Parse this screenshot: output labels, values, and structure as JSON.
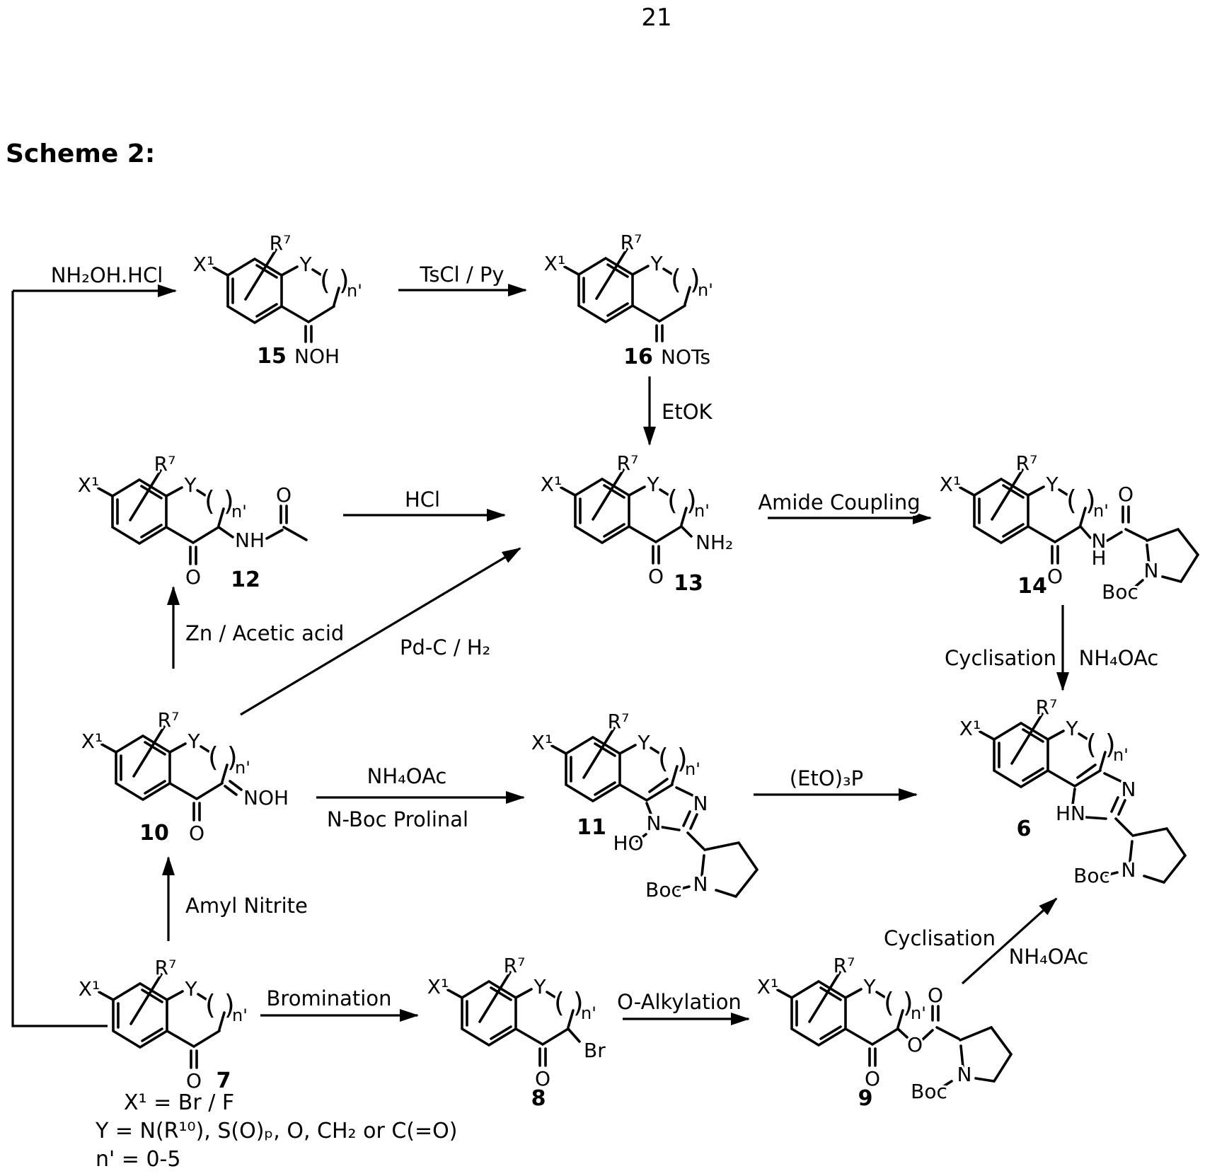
{
  "page": {
    "number": "21",
    "title": "Scheme 2:"
  },
  "common": {
    "x1": "X¹",
    "r7": "R⁷",
    "y": "Y",
    "paren": "( )",
    "nprime": "n'",
    "o": "O",
    "n": "N",
    "boc": "Boc"
  },
  "structures": {
    "s7": {
      "num": "7"
    },
    "s8": {
      "num": "8",
      "br": "Br"
    },
    "s9": {
      "num": "9"
    },
    "s10": {
      "num": "10",
      "oxime": "NOH"
    },
    "s11": {
      "num": "11",
      "ho": "HO"
    },
    "s6": {
      "num": "6",
      "hn": "HN"
    },
    "s12": {
      "num": "12",
      "nh": "NH"
    },
    "s13": {
      "num": "13",
      "nh2": "NH₂"
    },
    "s14": {
      "num": "14",
      "nlabel": "N",
      "hlabel": "H"
    },
    "s15": {
      "num": "15",
      "oxime": "NOH"
    },
    "s16": {
      "num": "16",
      "oxime": "NOTs"
    }
  },
  "arrows": {
    "nh2ohhcl": "NH₂OH.HCl",
    "tscl_py": "TsCl / Py",
    "etok": "EtOK",
    "hcl": "HCl",
    "amide_coupling": "Amide Coupling",
    "zn_acetic": "Zn /  Acetic acid",
    "pdc_h2": "Pd-C / H₂",
    "nh4oac_top": "NH₄OAc",
    "nboc_prolinal": "N-Boc Prolinal",
    "eto3p": "(EtO)₃P",
    "cyclisation_14_6": "Cyclisation",
    "nh4oac_14_6": "NH₄OAc",
    "amyl_nitrite": "Amyl Nitrite",
    "bromination": "Bromination",
    "o_alkylation": "O-Alkylation",
    "cyclisation_9_6": "Cyclisation",
    "nh4oac_9_6": "NH₄OAc"
  },
  "legend": {
    "x1_def": "X¹ = Br / F",
    "y_def": "Y = N(R¹⁰), S(O)ₚ, O, CH₂ or C(=O)",
    "n_def": "n' = 0-5"
  }
}
